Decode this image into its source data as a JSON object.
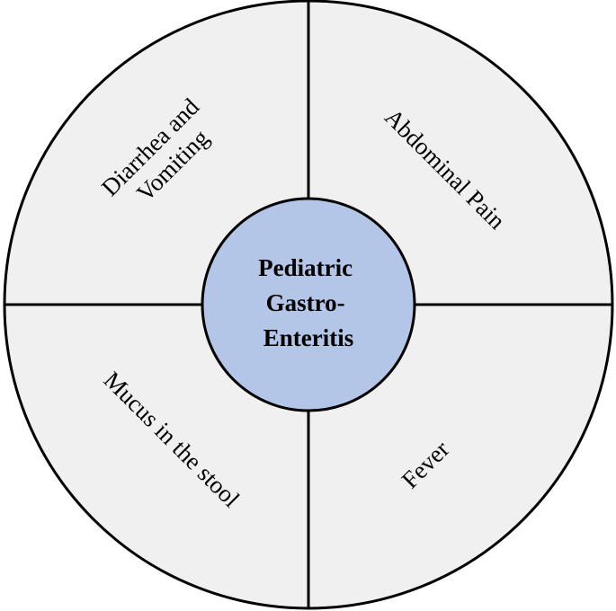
{
  "diagram": {
    "center": {
      "lines": [
        "Pediatric",
        "Gastro-",
        "Enteritis"
      ]
    },
    "quadrants": [
      {
        "position": "top-left",
        "lines": [
          "Diarrhea and",
          "Vomiting"
        ]
      },
      {
        "position": "top-right",
        "lines": [
          "Abdominal Pain"
        ]
      },
      {
        "position": "bottom-left",
        "lines": [
          "Mucus in the stool"
        ]
      },
      {
        "position": "bottom-right",
        "lines": [
          "Fever"
        ]
      }
    ],
    "colors": {
      "outer_fill": "#f0f0f0",
      "center_fill": "#b4c6e7",
      "stroke": "#000000"
    }
  }
}
